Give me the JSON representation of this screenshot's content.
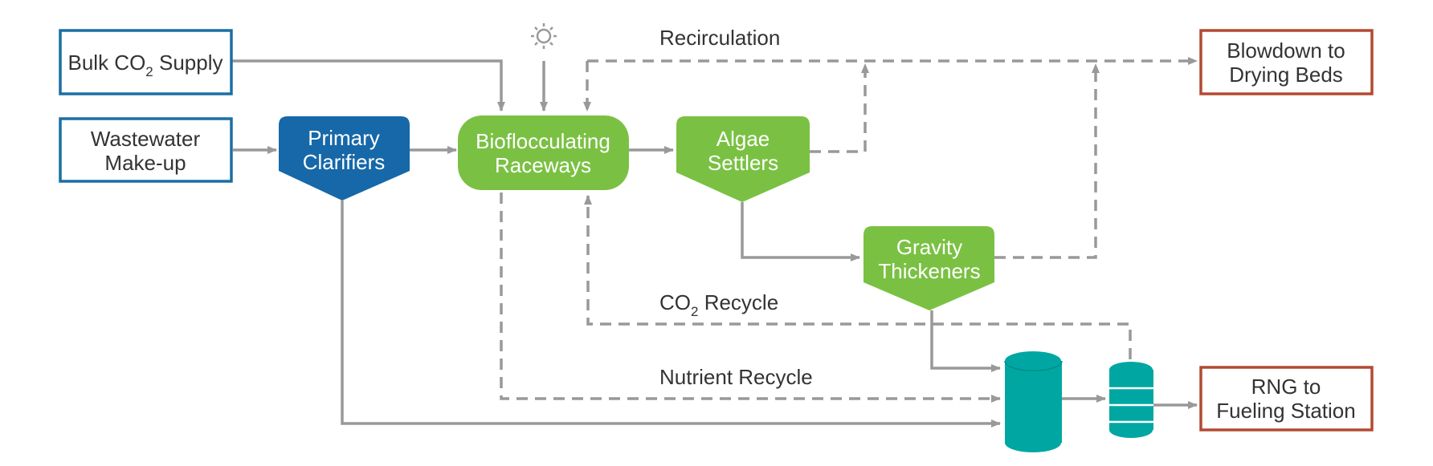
{
  "colors": {
    "input_border": "#1a6fa3",
    "output_border": "#b24a33",
    "primary_fill": "#1668a8",
    "process_fill": "#7ac143",
    "tank_fill": "#00a7a2",
    "line": "#999999",
    "node_text_light": "#ffffff",
    "node_text_dark": "#333333",
    "sun": "#999999"
  },
  "inputs": {
    "bulk_co2": {
      "pre": "Bulk CO",
      "sub": "2",
      "post": " Supply"
    },
    "wastewater": {
      "line1": "Wastewater",
      "line2": "Make-up"
    }
  },
  "processes": {
    "primary_clarifiers": {
      "line1": "Primary",
      "line2": "Clarifiers"
    },
    "raceways": {
      "line1": "Bioflocculating",
      "line2": "Raceways"
    },
    "algae_settlers": {
      "line1": "Algae",
      "line2": "Settlers"
    },
    "gravity_thickeners": {
      "line1": "Gravity",
      "line2": "Thickeners"
    }
  },
  "outputs": {
    "blowdown": {
      "line1": "Blowdown to",
      "line2": "Drying Beds"
    },
    "rng": {
      "line1": "RNG to",
      "line2": "Fueling Station"
    }
  },
  "flow_labels": {
    "recirculation": "Recirculation",
    "co2_recycle": {
      "pre": "CO",
      "sub": "2",
      "post": " Recycle"
    },
    "nutrient_recycle": "Nutrient Recycle"
  },
  "icons": {
    "sun": "sun-icon",
    "digester": "digester-tank-icon",
    "gas_storage": "gas-storage-tank-icon"
  }
}
